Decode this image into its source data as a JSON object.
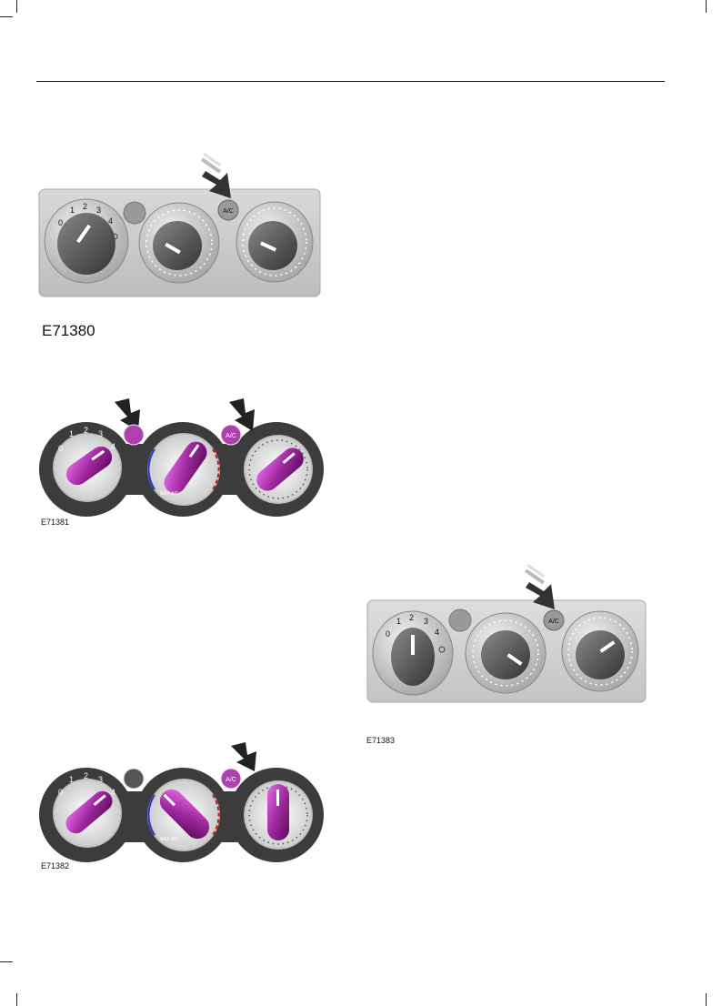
{
  "figures": [
    {
      "id": "E71380",
      "caption": "E71380",
      "style": "grey",
      "knob_labels": [
        "0",
        "1",
        "2",
        "3",
        "4"
      ],
      "ac_label": "A/C",
      "maxac_label": ""
    },
    {
      "id": "E71381",
      "caption": "E71381",
      "style": "purple",
      "knob_labels": [
        "0",
        "1",
        "2",
        "3",
        "4"
      ],
      "ac_label": "A/C",
      "maxac_label": "MAX A/C"
    },
    {
      "id": "E71382",
      "caption": "E71382",
      "style": "purple",
      "knob_labels": [
        "0",
        "1",
        "2",
        "3",
        "4"
      ],
      "ac_label": "A/C",
      "maxac_label": "MAX A/C"
    },
    {
      "id": "E71383",
      "caption": "E71383",
      "style": "grey",
      "knob_labels": [
        "0",
        "1",
        "2",
        "3",
        "4"
      ],
      "ac_label": "A/C",
      "maxac_label": ""
    }
  ]
}
